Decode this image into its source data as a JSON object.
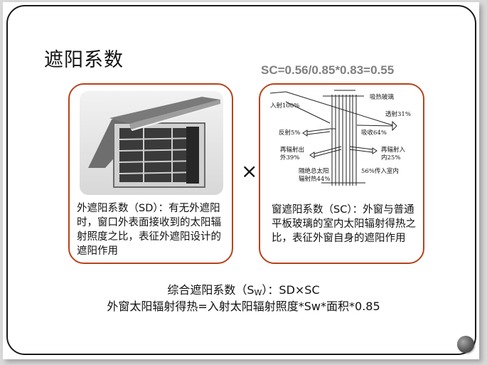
{
  "slide": {
    "title": "遮阳系数",
    "formula": "SC=0.56/0.85*0.83=0.55",
    "operator": "×",
    "cards": [
      {
        "image": "window-with-awning-illustration",
        "text": "外遮阳系数（SD）：有无外遮阳时，窗口外表面接收到的太阳辐射照度之比，表征外遮阳设计的遮阳作用"
      },
      {
        "image": "heat-absorbing-glass-diagram",
        "text": "窗遮阳系数（SC）：外窗与普通平板玻璃的室内太阳辐射得热之比，表征外窗自身的遮阳作用",
        "diagram_labels": {
          "incident": "入射100%",
          "glass": "吸热玻璃",
          "transmit": "透射31%",
          "reflect": "反射5%",
          "absorb": "吸收64%",
          "reradiate_out_1": "再辐射出",
          "reradiate_out_2": "外39%",
          "reradiate_in_1": "再辐射入",
          "reradiate_in_2": "内25%",
          "block_1": "隔绝总太阳",
          "block_2": "辐射热44%",
          "indoor": "56%传入室内"
        }
      }
    ],
    "bottom": {
      "line1_prefix": "综合遮阳系数（S",
      "line1_sub": "W",
      "line1_suffix": "）：SD×SC",
      "line2": "外窗太阳辐射得热=入射太阳辐射照度*Sw*面积*0.85"
    },
    "colors": {
      "card_border": "#b5441a",
      "formula": "#7f7f7f"
    }
  }
}
